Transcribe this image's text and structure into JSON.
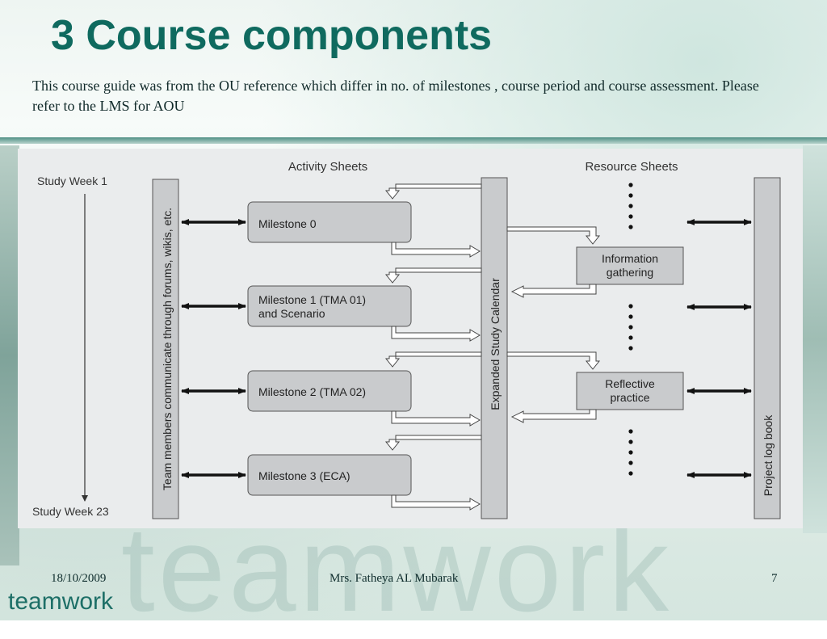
{
  "slide": {
    "title": "3 Course components",
    "subtitle": "This course guide was from the OU reference which differ in no. of milestones , course period and course assessment. Please refer to the LMS  for AOU",
    "footer_date": "18/10/2009",
    "footer_author": "Mrs. Fatheya AL Mubarak",
    "footer_page": "7",
    "logo_text": "teamwork",
    "watermark_text": "teamwork"
  },
  "diagram": {
    "header_activity": "Activity Sheets",
    "header_resource": "Resource Sheets",
    "study_week_start": "Study Week 1",
    "study_week_end": "Study Week 23",
    "team_bar_label": "Team members communicate through forums, wikis, etc.",
    "calendar_label": "Expanded Study Calendar",
    "logbook_label": "Project log book",
    "milestones": [
      {
        "line1": "Milestone 0",
        "line2": ""
      },
      {
        "line1": "Milestone 1 (TMA 01)",
        "line2": "and Scenario"
      },
      {
        "line1": "Milestone 2 (TMA 02)",
        "line2": ""
      },
      {
        "line1": "Milestone 3 (ECA)",
        "line2": ""
      }
    ],
    "resources": [
      {
        "line1": "Information",
        "line2": "gathering"
      },
      {
        "line1": "Reflective",
        "line2": "practice"
      }
    ]
  }
}
